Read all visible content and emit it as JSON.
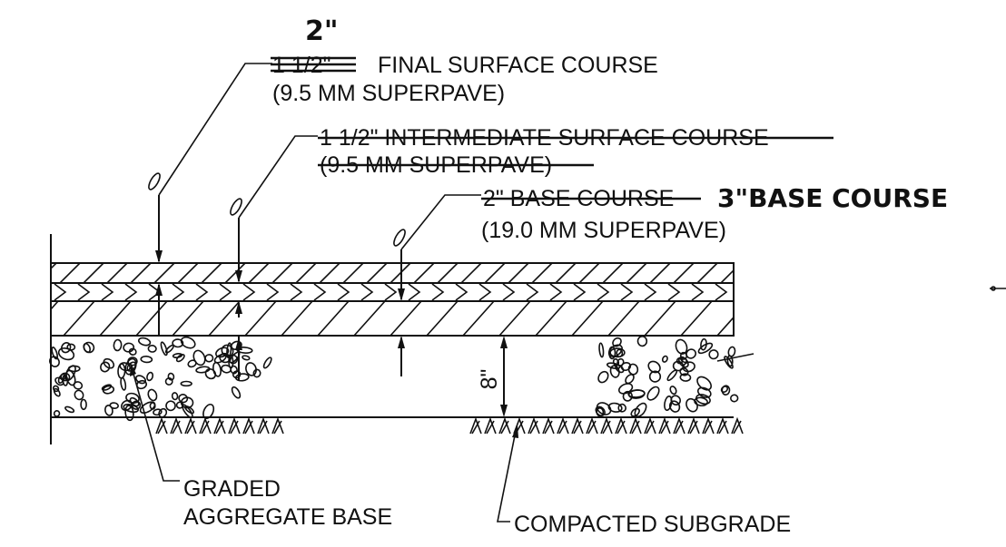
{
  "labels": {
    "handwritten_final_thickness": "2\"",
    "final_thickness_struck": "1 1/2\"",
    "final_surface_course": "FINAL SURFACE COURSE",
    "final_surface_spec": "(9.5 MM SUPERPAVE)",
    "intermediate_surface_course": "1 1/2\" INTERMEDIATE SURFACE COURSE",
    "intermediate_surface_spec": "(9.5 MM SUPERPAVE)",
    "base_course_struck": "2\" BASE COURSE",
    "handwritten_base_course": "3\"BASE COURSE",
    "base_course_spec": "(19.0 MM SUPERPAVE)",
    "aggregate_depth": "8\"",
    "graded_aggregate_line1": "GRADED",
    "graded_aggregate_line2": "AGGREGATE BASE",
    "compacted_subgrade": "COMPACTED SUBGRADE"
  }
}
